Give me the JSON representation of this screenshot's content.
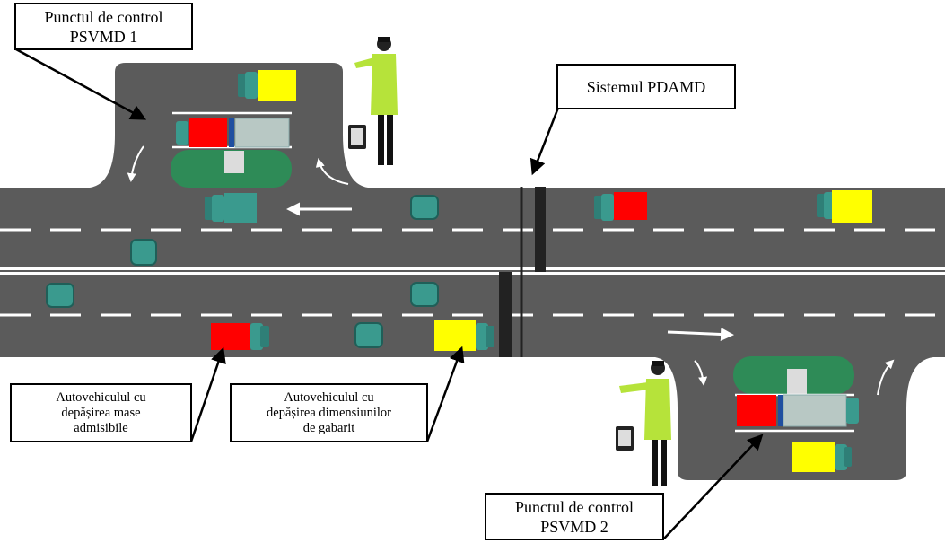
{
  "labels": {
    "checkpoint_1": {
      "line1": "Punctul de control",
      "line2": "PSVMD 1"
    },
    "system": "Sistemul PDAMD",
    "overweight_vehicle": {
      "line1": "Autovehiculul cu",
      "line2": "depășirea mase",
      "line3": "admisibile"
    },
    "oversize_vehicle": {
      "line1": "Autovehiculul cu",
      "line2": "depășirea dimensiunilor",
      "line3": "de gabarit"
    },
    "checkpoint_2": {
      "line1": "Punctul de control",
      "line2": "PSVMD 2"
    }
  },
  "colors": {
    "road": "#5b5b5b",
    "lane_marking": "#ffffff",
    "truck_cab": "#3a9a8e",
    "overweight_cargo": "#ff0000",
    "oversize_cargo": "#ffff00",
    "platform": "#2e8b57",
    "sensor_bar": "#222222",
    "officer_vest": "#b6e33a",
    "callout_border": "#000000"
  },
  "icons": [
    "police-officer-icon",
    "tablet-icon",
    "truck-icon",
    "car-icon",
    "arrow-icon"
  ]
}
